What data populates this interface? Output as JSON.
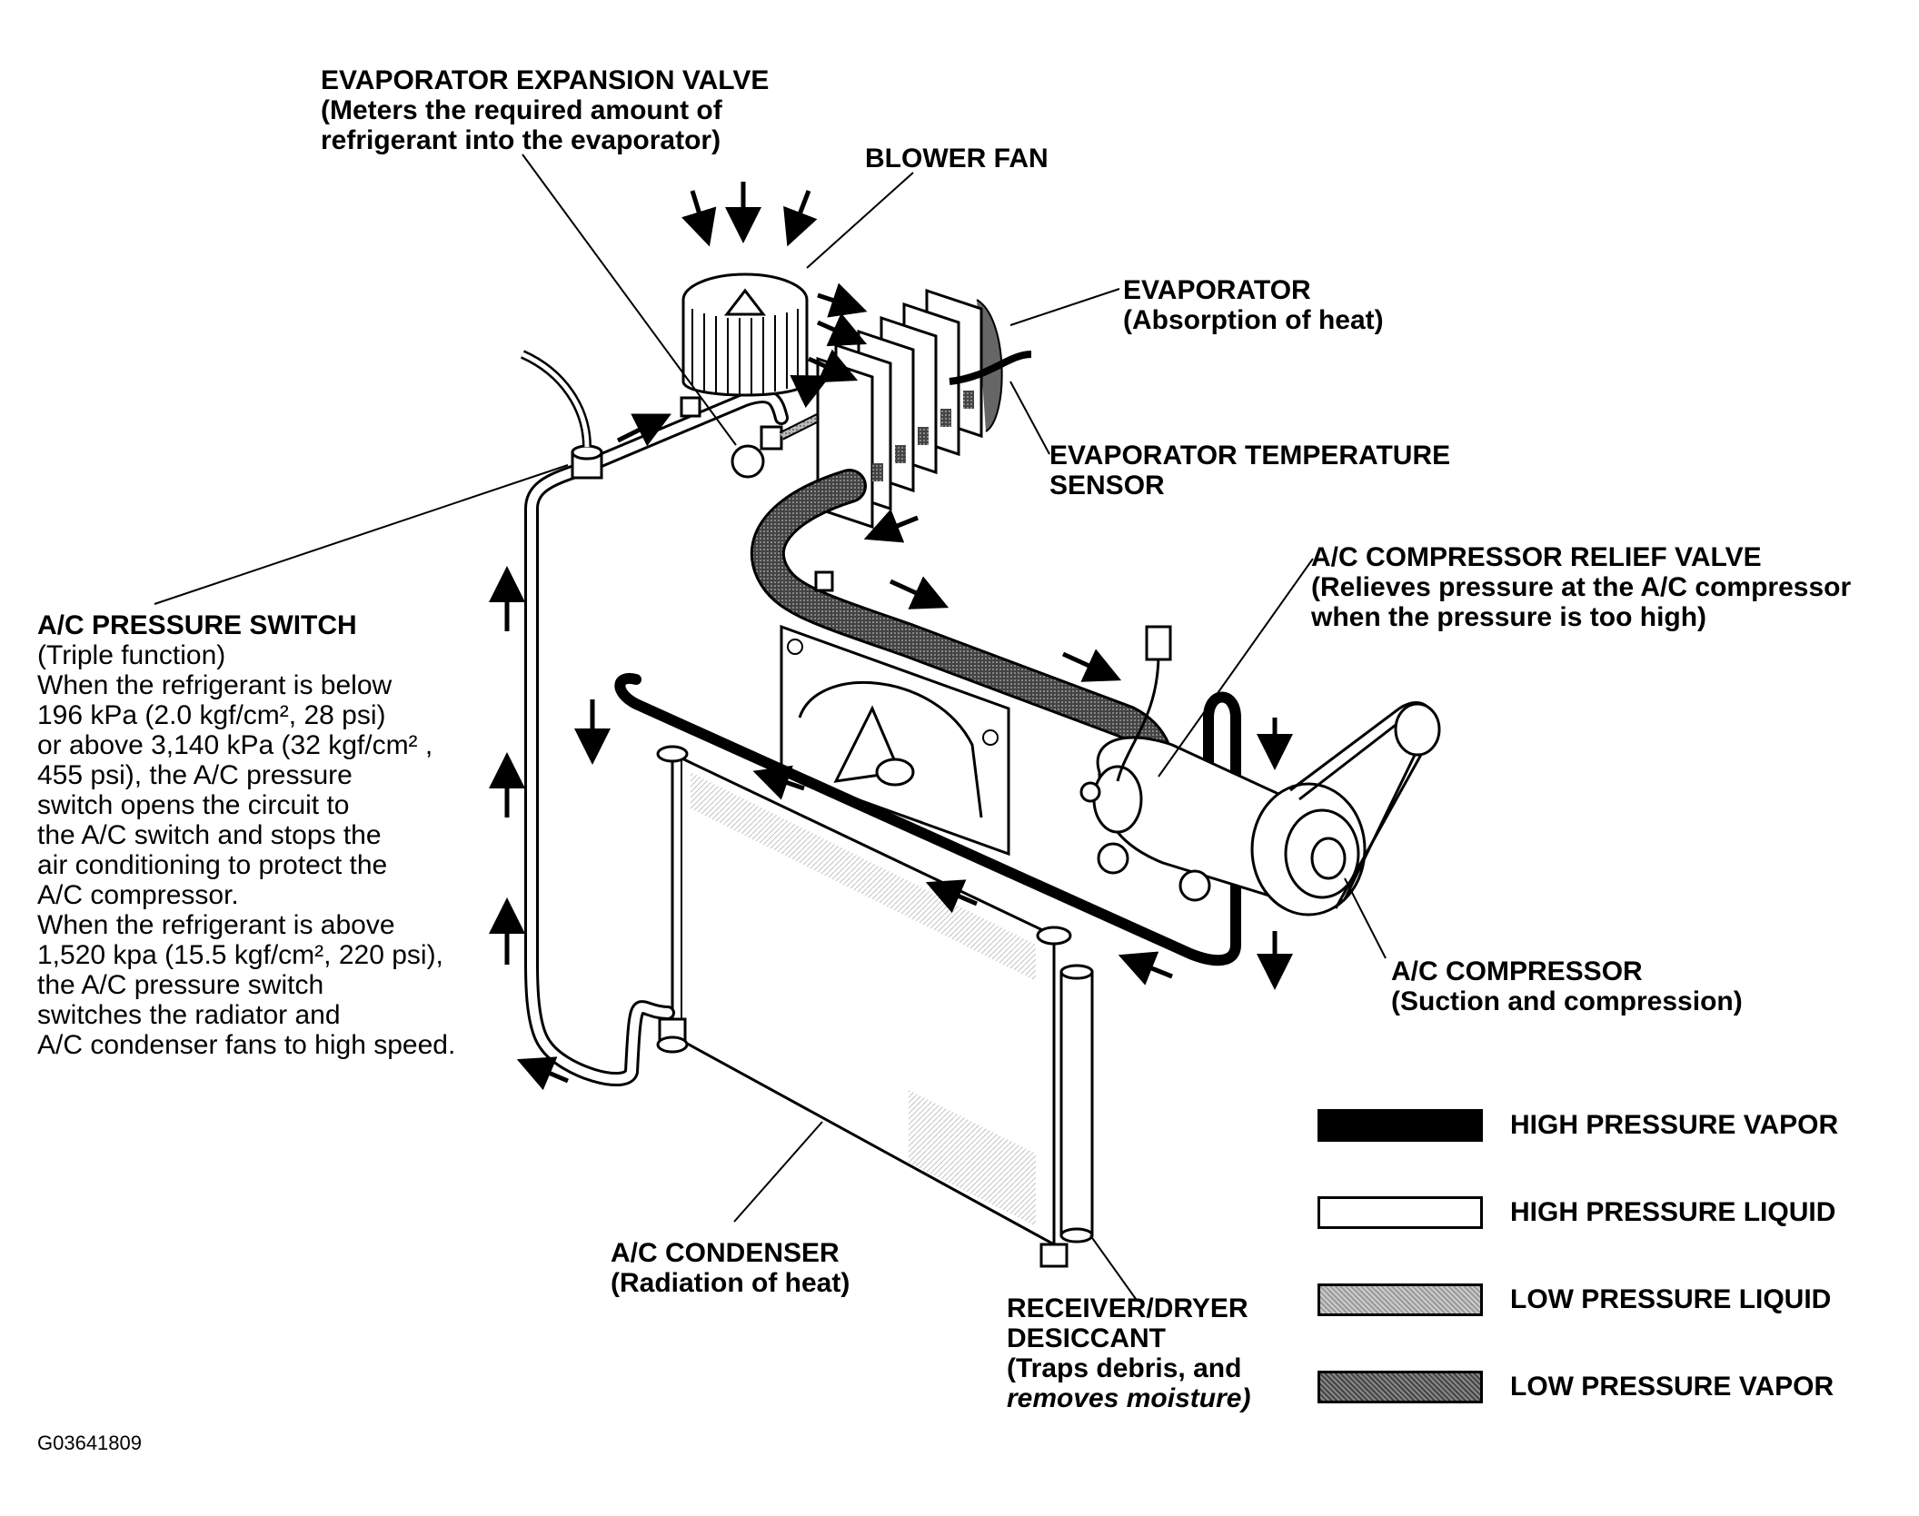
{
  "labels": {
    "expansion_valve": {
      "title": "EVAPORATOR EXPANSION VALVE",
      "line2": "(Meters the required amount of",
      "line3": "refrigerant into the evaporator)"
    },
    "blower_fan": {
      "title": "BLOWER FAN"
    },
    "evaporator": {
      "title": "EVAPORATOR",
      "desc": "(Absorption of heat)"
    },
    "evap_temp_sensor": {
      "line1": "EVAPORATOR TEMPERATURE",
      "line2": "SENSOR"
    },
    "relief_valve": {
      "title": "A/C COMPRESSOR RELIEF VALVE",
      "line2": "(Relieves pressure at the A/C compressor",
      "line3": "when the pressure is too high)"
    },
    "pressure_switch": {
      "title": "A/C PRESSURE SWITCH",
      "lines": [
        "(Triple function)",
        "When the refrigerant is below",
        "196 kPa (2.0 kgf/cm², 28 psi)",
        "or above 3,140 kPa (32 kgf/cm² ,",
        "455 psi), the A/C pressure",
        "switch opens the circuit to",
        "the A/C switch and stops the",
        "air conditioning to protect the",
        "A/C compressor.",
        "When the refrigerant is above",
        "1,520 kpa (15.5 kgf/cm², 220 psi),",
        "the A/C pressure switch",
        "switches the radiator and",
        "A/C condenser fans to high speed."
      ]
    },
    "compressor": {
      "title": "A/C COMPRESSOR",
      "desc": "(Suction and compression)"
    },
    "condenser": {
      "title": "A/C CONDENSER",
      "desc": "(Radiation of heat)"
    },
    "receiver_dryer": {
      "line1": "RECEIVER/DRYER",
      "line2": "DESICCANT",
      "line3": "(Traps debris, and",
      "line4": "removes moisture)"
    }
  },
  "legend": [
    {
      "label": "HIGH PRESSURE VAPOR",
      "color": "#000000"
    },
    {
      "label": "HIGH PRESSURE LIQUID",
      "color": "#ffffff"
    },
    {
      "label": "LOW PRESSURE LIQUID",
      "color": "#a8a8a8"
    },
    {
      "label": "LOW PRESSURE VAPOR",
      "color": "#5a5a5a"
    }
  ],
  "figure_code": "G03641809"
}
